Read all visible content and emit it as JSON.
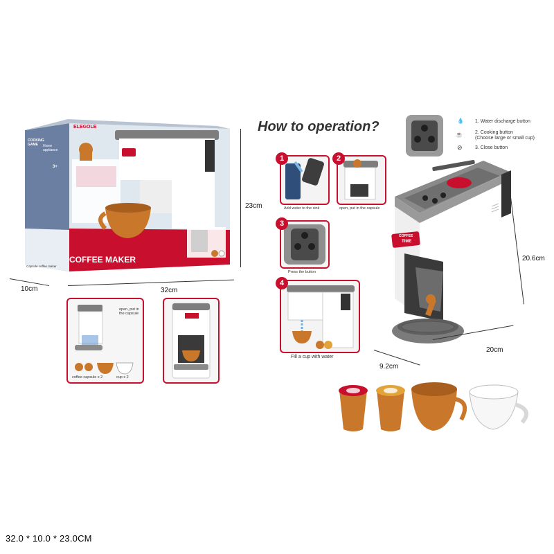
{
  "box": {
    "title": "COFFEE MAKER",
    "brand": "ELEGOLE",
    "side_label_1": "COOKING GAME",
    "side_label_2": "Home appliance",
    "side_caption": "Capsule coffee maker",
    "age": "3+"
  },
  "dimensions": {
    "box_height": "23cm",
    "box_depth": "10cm",
    "box_width": "32cm",
    "machine_height": "20.6cm",
    "machine_width": "20cm",
    "machine_depth": "9.2cm"
  },
  "instructions": {
    "heading": "How to operation?",
    "steps": [
      {
        "num": "1",
        "caption": "Add water to the sink"
      },
      {
        "num": "2",
        "caption": "open, put in the capsule"
      },
      {
        "num": "3",
        "caption": "Press the button"
      },
      {
        "num": "4",
        "caption": "Fill a cup with water"
      }
    ],
    "legend": [
      {
        "text": "1. Water discharge button"
      },
      {
        "text": "2. Cooking button\n(Choose large or small cup)"
      },
      {
        "text": "3. Close button"
      }
    ]
  },
  "panels": {
    "left_caption_1": "open, put in the capsule",
    "left_caption_2": "coffee capsule x 2",
    "left_caption_3": "cup x 2"
  },
  "machine": {
    "label_line1": "COFFEE",
    "label_line2": "TIME"
  },
  "footer": "32.0 * 10.0 * 23.0CM",
  "colors": {
    "accent": "#c8102e",
    "grey": "#7d7d7d",
    "orange": "#c9782b"
  }
}
